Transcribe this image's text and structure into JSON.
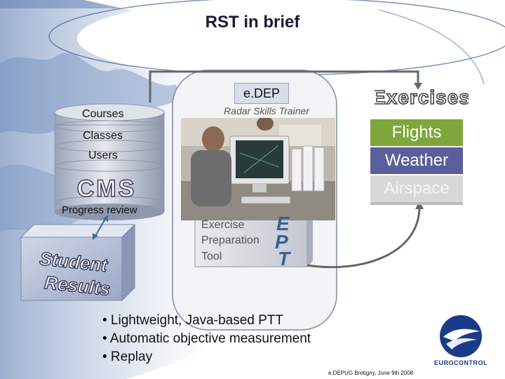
{
  "slide": {
    "title": "RST in brief",
    "edep_label": "e.DEP",
    "rst_label": "Radar Skills Trainer",
    "exercises_label": "Exercises",
    "cms": {
      "courses": "Courses",
      "classes": "Classes",
      "users": "Users",
      "cms_label": "CMS",
      "progress_review": "Progress review"
    },
    "student_results": {
      "line1": "Student",
      "line2": "Results"
    },
    "ept": {
      "line1": "Exercise",
      "line2": "Preparation",
      "line3": "Tool",
      "letters": [
        "E",
        "P",
        "T"
      ]
    },
    "stack": {
      "flights": "Flights",
      "weather": "Weather",
      "airspace": "Airspace"
    },
    "bullets": [
      "• Lightweight, Java-based PTT",
      "• Automatic objective measurement",
      "• Replay"
    ],
    "footer": "e.DEPUG Bretigny, June 9th 2008",
    "logo_text": "EUROCONTROL",
    "colors": {
      "flights": "#7ea63a",
      "weather": "#5a5f9b",
      "airspace": "#d8d8d8",
      "navy": "#1a3a8a",
      "ept_letters": "#3f5e96"
    }
  }
}
